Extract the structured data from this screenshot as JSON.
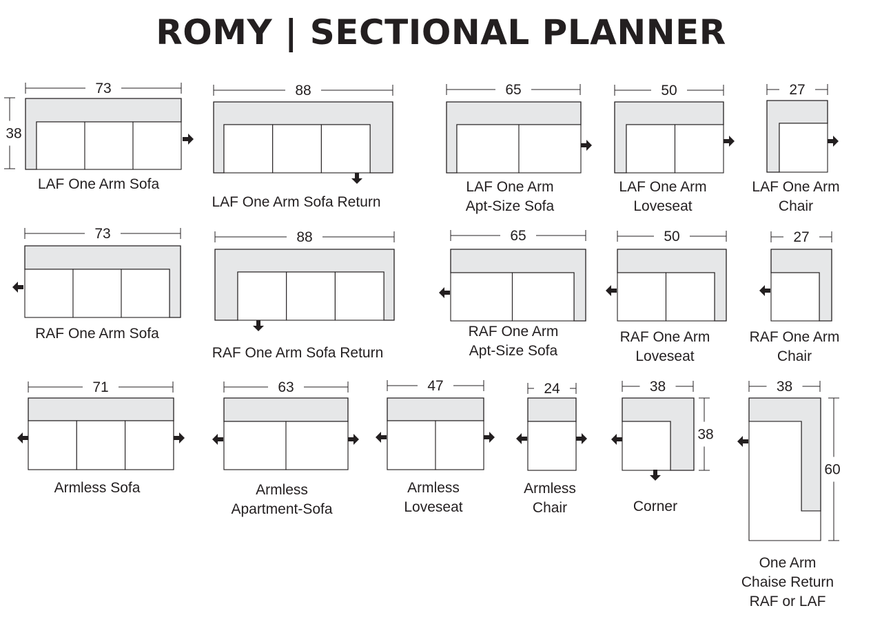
{
  "title": "ROMY  |  SECTIONAL PLANNER",
  "depth_label": "38",
  "pieces": [
    {
      "name": "laf-one-arm-sofa",
      "label_lines": [
        "LAF One Arm Sofa"
      ],
      "width": "73"
    },
    {
      "name": "laf-one-arm-sofa-return",
      "label_lines": [
        "LAF One Arm Sofa Return"
      ],
      "width": "88"
    },
    {
      "name": "laf-one-arm-apt-size-sofa",
      "label_lines": [
        "LAF One Arm",
        "Apt-Size Sofa"
      ],
      "width": "65"
    },
    {
      "name": "laf-one-arm-loveseat",
      "label_lines": [
        "LAF One Arm",
        "Loveseat"
      ],
      "width": "50"
    },
    {
      "name": "laf-one-arm-chair",
      "label_lines": [
        "LAF One Arm",
        "Chair"
      ],
      "width": "27"
    },
    {
      "name": "raf-one-arm-sofa",
      "label_lines": [
        "RAF One Arm Sofa"
      ],
      "width": "73"
    },
    {
      "name": "raf-one-arm-sofa-return",
      "label_lines": [
        "RAF One Arm Sofa Return"
      ],
      "width": "88"
    },
    {
      "name": "raf-one-arm-apt-size-sofa",
      "label_lines": [
        "RAF One Arm",
        "Apt-Size Sofa"
      ],
      "width": "65"
    },
    {
      "name": "raf-one-arm-loveseat",
      "label_lines": [
        "RAF One Arm",
        "Loveseat"
      ],
      "width": "50"
    },
    {
      "name": "raf-one-arm-chair",
      "label_lines": [
        "RAF One Arm",
        "Chair"
      ],
      "width": "27"
    },
    {
      "name": "armless-sofa",
      "label_lines": [
        "Armless Sofa"
      ],
      "width": "71"
    },
    {
      "name": "armless-apartment-sofa",
      "label_lines": [
        "Armless",
        "Apartment-Sofa"
      ],
      "width": "63"
    },
    {
      "name": "armless-loveseat",
      "label_lines": [
        "Armless",
        "Loveseat"
      ],
      "width": "47"
    },
    {
      "name": "armless-chair",
      "label_lines": [
        "Armless",
        "Chair"
      ],
      "width": "24"
    },
    {
      "name": "corner",
      "label_lines": [
        "Corner"
      ],
      "width": "38",
      "depth": "38"
    },
    {
      "name": "one-arm-chaise-return",
      "label_lines": [
        "One Arm",
        "Chaise Return",
        "RAF or LAF"
      ],
      "width": "38",
      "depth": "60"
    }
  ]
}
